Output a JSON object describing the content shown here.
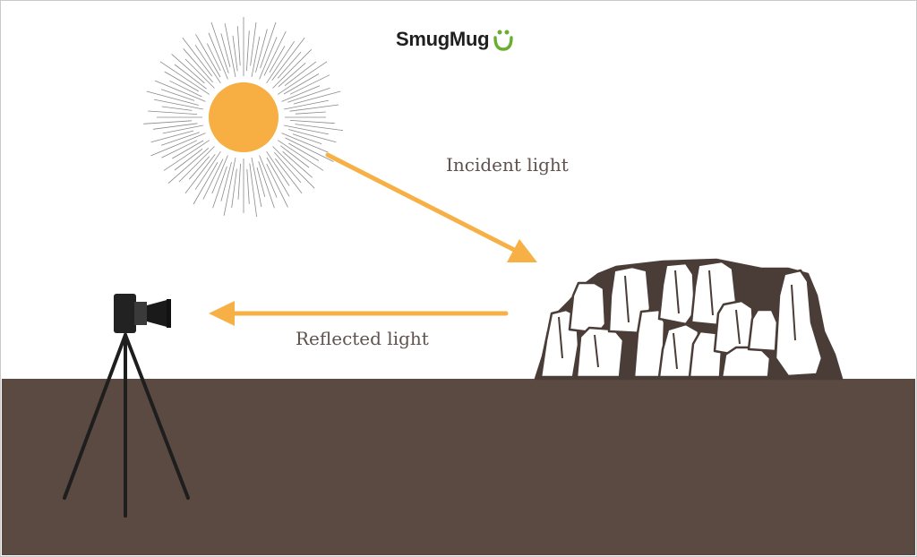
{
  "brand": {
    "name": "SmugMug",
    "icon": "smiley-mug-icon"
  },
  "labels": {
    "incident": "Incident light",
    "reflected": "Reflected light"
  },
  "elements": {
    "sun": "sun-icon",
    "camera": "camera-icon",
    "tripod": "tripod-icon",
    "rocks": "rock-formation"
  },
  "colors": {
    "background": "#ffffff",
    "ground": "#5a4a42",
    "sun": "#f7ae42",
    "arrow": "#f7b046",
    "label_text": "#5f524c",
    "rock_fill": "#ffffff",
    "rock_outline": "#4a3c37",
    "camera": "#222222",
    "brand_text": "#1f1f1f",
    "brand_icon": "#6aae2f"
  }
}
